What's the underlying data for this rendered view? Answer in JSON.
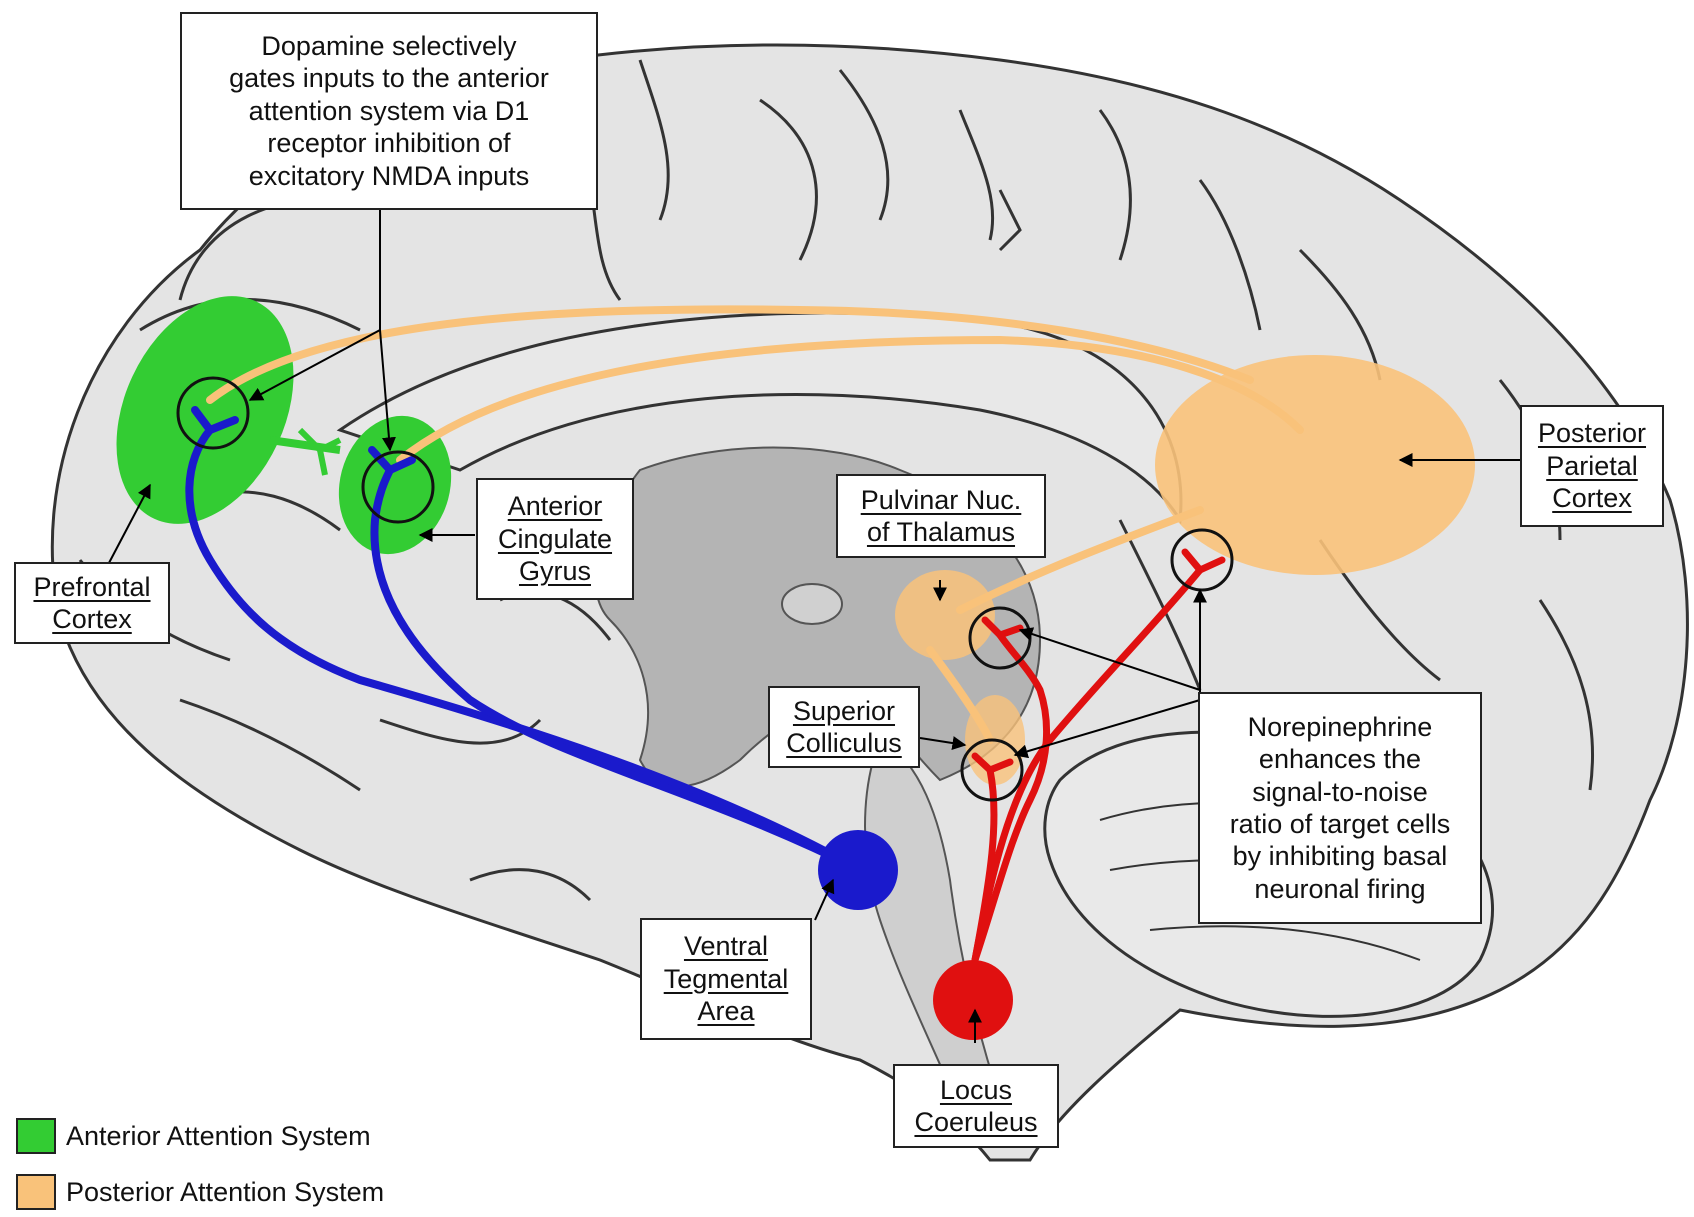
{
  "annotations": {
    "dopamine": "Dopamine selectively\ngates inputs to the anterior\nattention system via D1\nreceptor inhibition of\nexcitatory NMDA inputs",
    "norepinephrine": "Norepinephrine\nenhances the\nsignal-to-noise\nratio of target cells\nby inhibiting basal\nneuronal firing"
  },
  "labels": {
    "prefrontal": "Prefrontal\nCortex",
    "anterior_cingulate": "Anterior\nCingulate\nGyrus",
    "pulvinar": "Pulvinar Nuc.\nof Thalamus",
    "posterior_parietal": "Posterior\nParietal\nCortex",
    "superior_colliculus": "Superior\nColliculus",
    "vta": "Ventral\nTegmental\nArea",
    "locus_coeruleus": "Locus\nCoeruleus"
  },
  "legend": [
    {
      "label": "Anterior Attention System",
      "color": "#33cc33"
    },
    {
      "label": "Posterior Attention System",
      "color": "#f9c27a"
    }
  ],
  "colors": {
    "anterior": "#33cc33",
    "posterior": "#f9c27a",
    "dopamine_pathway": "#1a1acc",
    "norepinephrine_pathway": "#e01010",
    "brain_fill": "#e4e4e4",
    "deep_structure": "#b4b4b4"
  }
}
